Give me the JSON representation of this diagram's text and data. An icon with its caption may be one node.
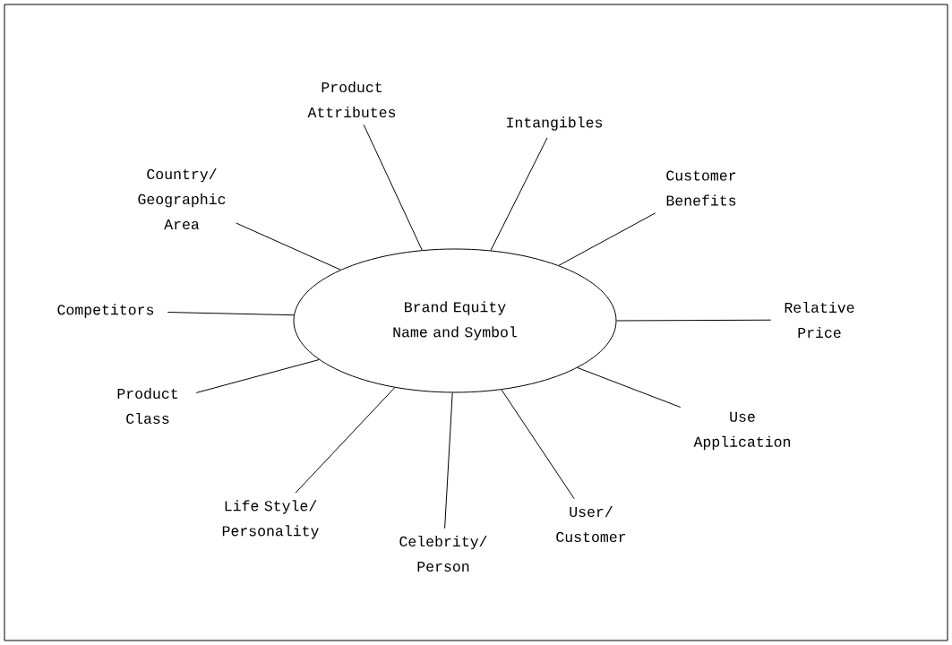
{
  "diagram": {
    "nodes": [
      {
        "text": [
          "Brand Equity Name and Symbol"
        ]
      },
      {
        "text": [
          "Country/ Geographic Area"
        ]
      },
      {
        "text": [
          "Product Attributes"
        ]
      },
      {
        "text": [
          "Intangibles"
        ]
      },
      {
        "text": [
          "Customer Benefits"
        ]
      },
      {
        "text": [
          "Relative Price"
        ]
      },
      {
        "text": [
          "Use Application"
        ]
      },
      {
        "text": [
          "User/ Customer"
        ]
      },
      {
        "text": [
          "Celebrity/ Person"
        ]
      },
      {
        "text": [
          "Life Style/ Personality"
        ]
      },
      {
        "text": [
          "Product Class"
        ]
      },
      {
        "text": [
          "Competitors"
        ]
      }
    ],
    "edges": [
      {
        "from": 0,
        "to": 1,
        "arrow": "none"
      },
      {
        "from": 0,
        "to": 2,
        "arrow": "none"
      },
      {
        "from": 0,
        "to": 3,
        "arrow": "none"
      },
      {
        "from": 0,
        "to": 4,
        "arrow": "none"
      },
      {
        "from": 0,
        "to": 5,
        "arrow": "none"
      },
      {
        "from": 0,
        "to": 6,
        "arrow": "none"
      },
      {
        "from": 0,
        "to": 7,
        "arrow": "none"
      },
      {
        "from": 0,
        "to": 8,
        "arrow": "none"
      },
      {
        "from": 0,
        "to": 9,
        "arrow": "none"
      },
      {
        "from": 0,
        "to": 10,
        "arrow": "none"
      },
      {
        "from": 0,
        "to": 11,
        "arrow": "none"
      }
    ]
  }
}
